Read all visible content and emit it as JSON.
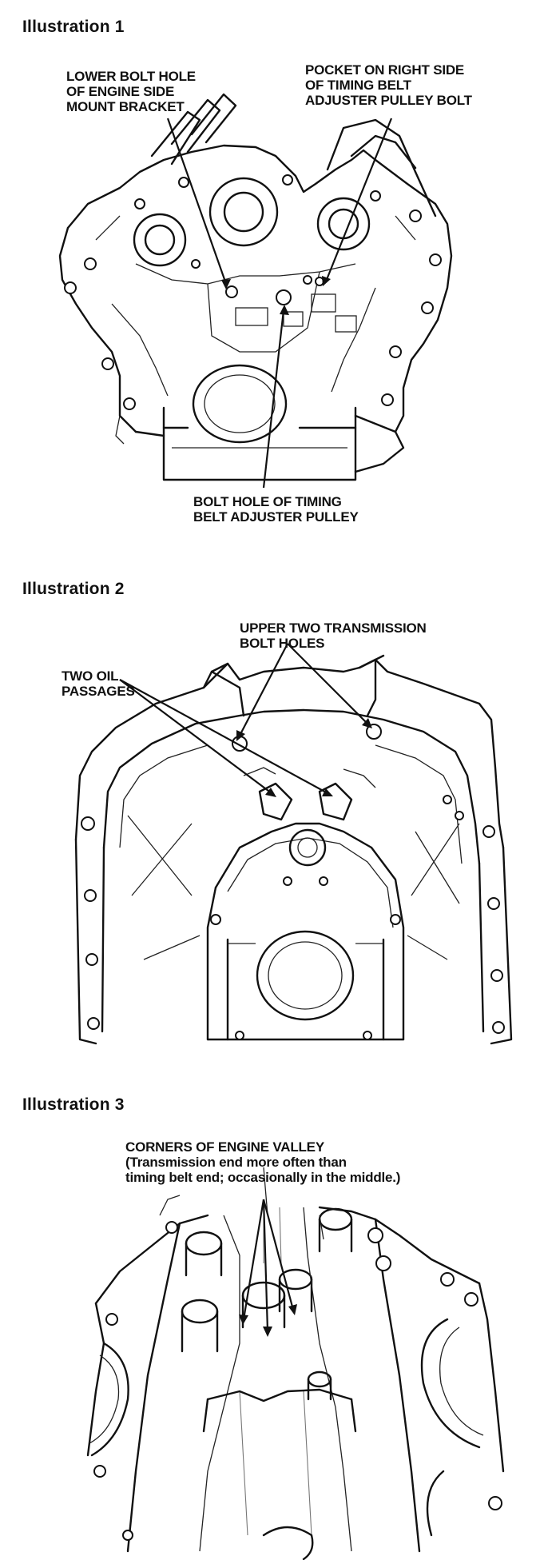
{
  "illustrations": [
    {
      "heading": "Illustration 1",
      "labels": {
        "lower_bolt_hole": [
          "LOWER BOLT HOLE",
          "OF ENGINE SIDE",
          "MOUNT BRACKET"
        ],
        "pocket": [
          "POCKET ON RIGHT SIDE",
          "OF TIMING BELT",
          "ADJUSTER PULLEY BOLT"
        ],
        "bolt_hole_adjuster": [
          "BOLT HOLE OF TIMING",
          "BELT ADJUSTER PULLEY"
        ]
      }
    },
    {
      "heading": "Illustration 2",
      "labels": {
        "upper_transmission": [
          "UPPER TWO TRANSMISSION",
          "BOLT HOLES"
        ],
        "oil_passages": [
          "TWO OIL",
          "PASSAGES"
        ]
      }
    },
    {
      "heading": "Illustration 3",
      "labels": {
        "corners": [
          "CORNERS OF ENGINE VALLEY",
          "(Transmission end more often than",
          "timing belt end; occasionally in the middle.)"
        ]
      }
    }
  ]
}
